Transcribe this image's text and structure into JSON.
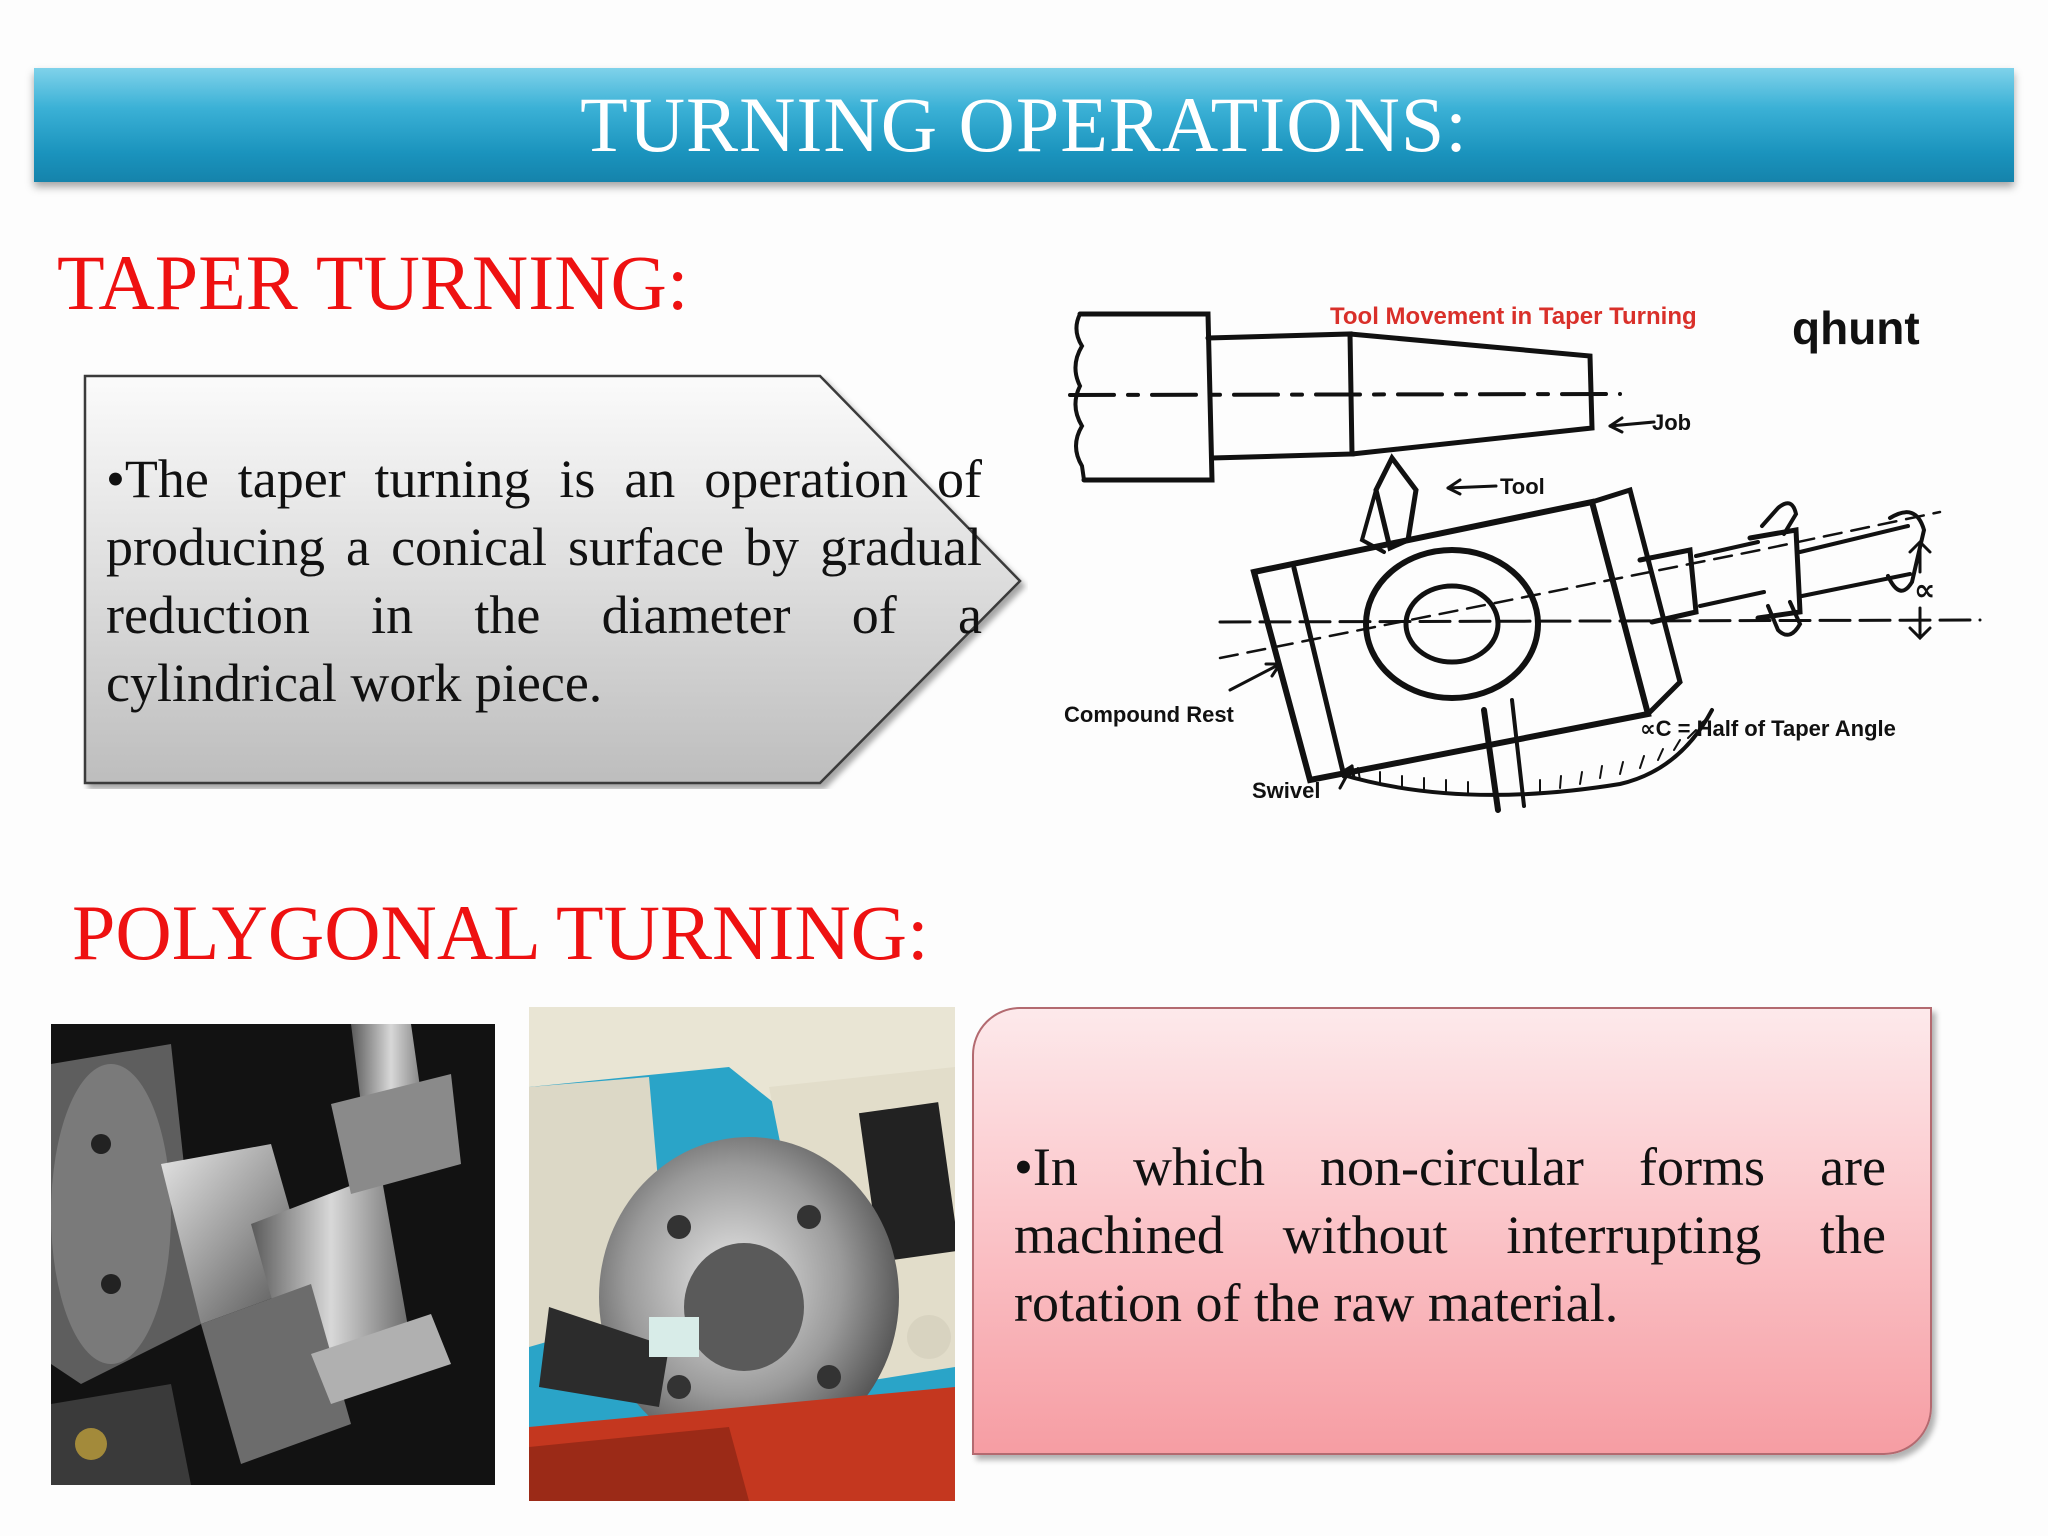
{
  "slide": {
    "title": "TURNING OPERATIONS:",
    "taper": {
      "heading": "TAPER TURNING:",
      "bullet": "•The taper turning is an operation of producing a conical surface by gradual reduction in the diameter of a cylindrical work piece."
    },
    "polygonal": {
      "heading": "POLYGONAL TURNING:",
      "bullet": "•In which non-circular forms are machined without interrupting the rotation of the raw material."
    },
    "diagram": {
      "caption": "Tool Movement in Taper Turning",
      "logo": "qhunt",
      "labels": {
        "job": "Job",
        "tool": "Tool",
        "compound_rest": "Compound Rest",
        "swivel": "Swivel",
        "alpha_symbol": "∝",
        "legend": "∝C = Half of Taper Angle"
      }
    }
  },
  "colors": {
    "title_bar": "#1a93bd",
    "heading_red": "#ee1111",
    "caption_red": "#d9302a",
    "pink_box": "#f9b3b8",
    "grey_box": "#d4d4d4"
  }
}
